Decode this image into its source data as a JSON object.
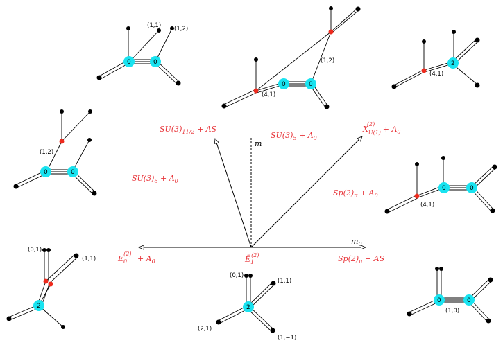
{
  "axes": {
    "m_label": "m",
    "m0_label": "m",
    "m0_sub": "0",
    "origin_main": "Ẽ",
    "origin_sub": "1",
    "origin_sup": "(2)"
  },
  "regions": {
    "su3_11_2": {
      "main": "SU(3)",
      "sub": "11/2",
      "rest": " + AS"
    },
    "su3_5": {
      "main": "SU(3)",
      "sub": "5",
      "rest": " + A",
      "rest_sub": "0"
    },
    "x_u1": {
      "main": "X",
      "sub": "U(1)",
      "sup": "(2)",
      "rest": " + A",
      "rest_sub": "0"
    },
    "su3_6": {
      "main": "SU(3)",
      "sub": "6",
      "rest": " + A",
      "rest_sub": "0"
    },
    "sp2_a0": {
      "main": "Sp(2)",
      "sub": "π",
      "rest": " + A",
      "rest_sub": "0"
    },
    "e0": {
      "main": "E",
      "sub": "0",
      "sup": "(2)",
      "rest": " + A",
      "rest_sub": "0"
    },
    "sp2_as": {
      "main": "Sp(2)",
      "sub": "π",
      "rest": " + AS"
    }
  },
  "web_labels": {
    "d1_a": "(1,1)",
    "d1_b": "(1,2)",
    "d2_a": "(1,2)",
    "d2_b": "(4,1)",
    "d3_a": "(4,1)",
    "d4_a": "(1,2)",
    "d5_a": "(4,1)",
    "d6_a": "(0,1)",
    "d6_b": "(1,1)",
    "d7_a": "(0,1)",
    "d7_b": "(1,1)",
    "d7_c": "(2,1)",
    "d7_d": "(1,−1)",
    "d8_a": "(1,0)"
  },
  "node_numbers": {
    "zero": "0",
    "two": "2"
  },
  "colors": {
    "cyan": "#19e3f0",
    "red": "#ee2a1d",
    "label_red": "#e8353a",
    "line": "#000000"
  }
}
